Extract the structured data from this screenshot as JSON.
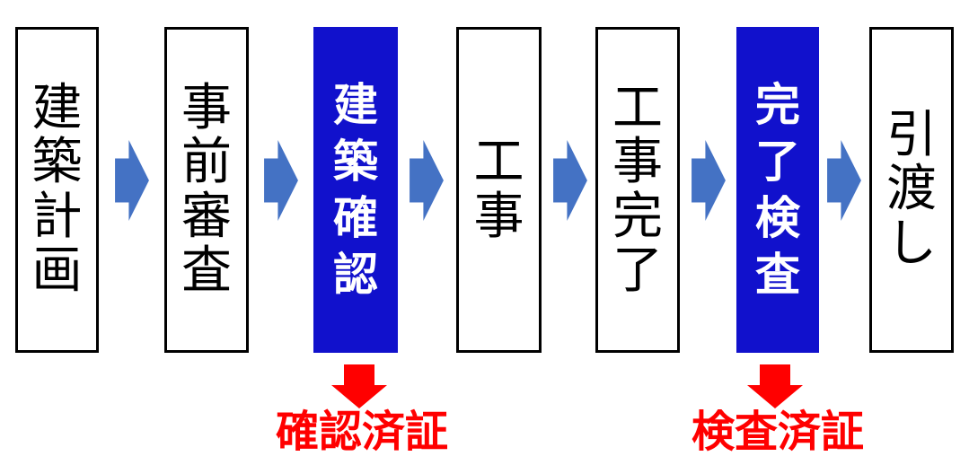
{
  "diagram": {
    "description": "building-approval-process-flow",
    "steps": [
      {
        "label": "建築計画",
        "highlighted": false
      },
      {
        "label": "事前審査",
        "highlighted": false
      },
      {
        "label": "建築確認",
        "highlighted": true
      },
      {
        "label": "工事",
        "highlighted": false
      },
      {
        "label": "工事完了",
        "highlighted": false
      },
      {
        "label": "完了検査",
        "highlighted": true
      },
      {
        "label": "引渡し",
        "highlighted": false
      }
    ],
    "certificates": [
      {
        "label": "確認済証",
        "from_step": "建築確認"
      },
      {
        "label": "検査済証",
        "from_step": "完了検査"
      }
    ],
    "colors": {
      "highlight_bg": "#1111CC",
      "highlight_text": "#FFFFFF",
      "box_bg": "#FFFFFF",
      "box_text": "#000000",
      "box_border": "#000000",
      "flow_arrow": "#4472C4",
      "certificate": "#FF0000",
      "page_bg": "#FFFFFF"
    }
  }
}
